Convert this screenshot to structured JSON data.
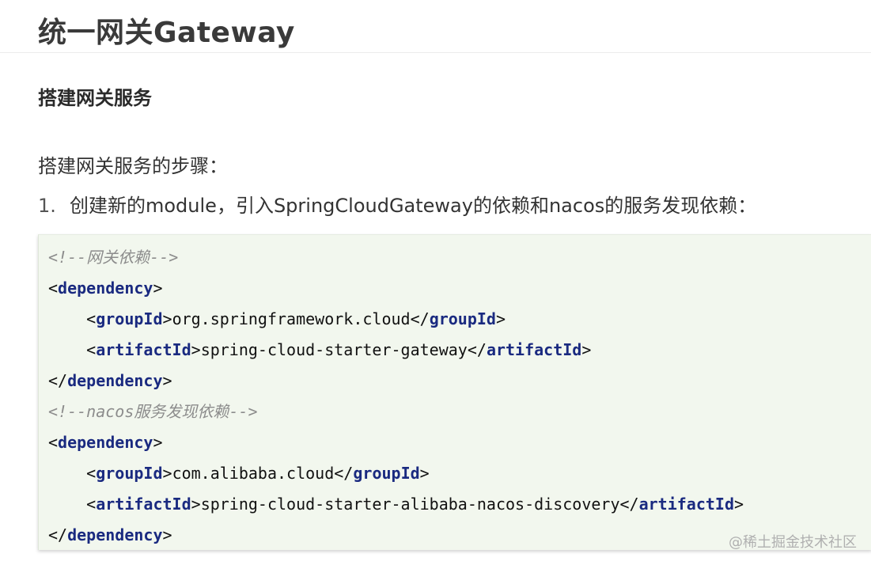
{
  "page": {
    "title": "统一网关Gateway",
    "section_heading": "搭建网关服务",
    "intro": "搭建网关服务的步骤：",
    "step1_number": "1.",
    "step1_text": "创建新的module，引入SpringCloudGateway的依赖和nacos的服务发现依赖："
  },
  "code": {
    "comment1": "<!--网关依赖-->",
    "dependency_tag": "dependency",
    "groupId_tag": "groupId",
    "artifactId_tag": "artifactId",
    "group1": "org.springframework.cloud",
    "artifact1": "spring-cloud-starter-gateway",
    "comment2": "<!--nacos服务发现依赖-->",
    "group2": "com.alibaba.cloud",
    "artifact2": "spring-cloud-starter-alibaba-nacos-discovery"
  },
  "watermark": "@稀土掘金技术社区"
}
